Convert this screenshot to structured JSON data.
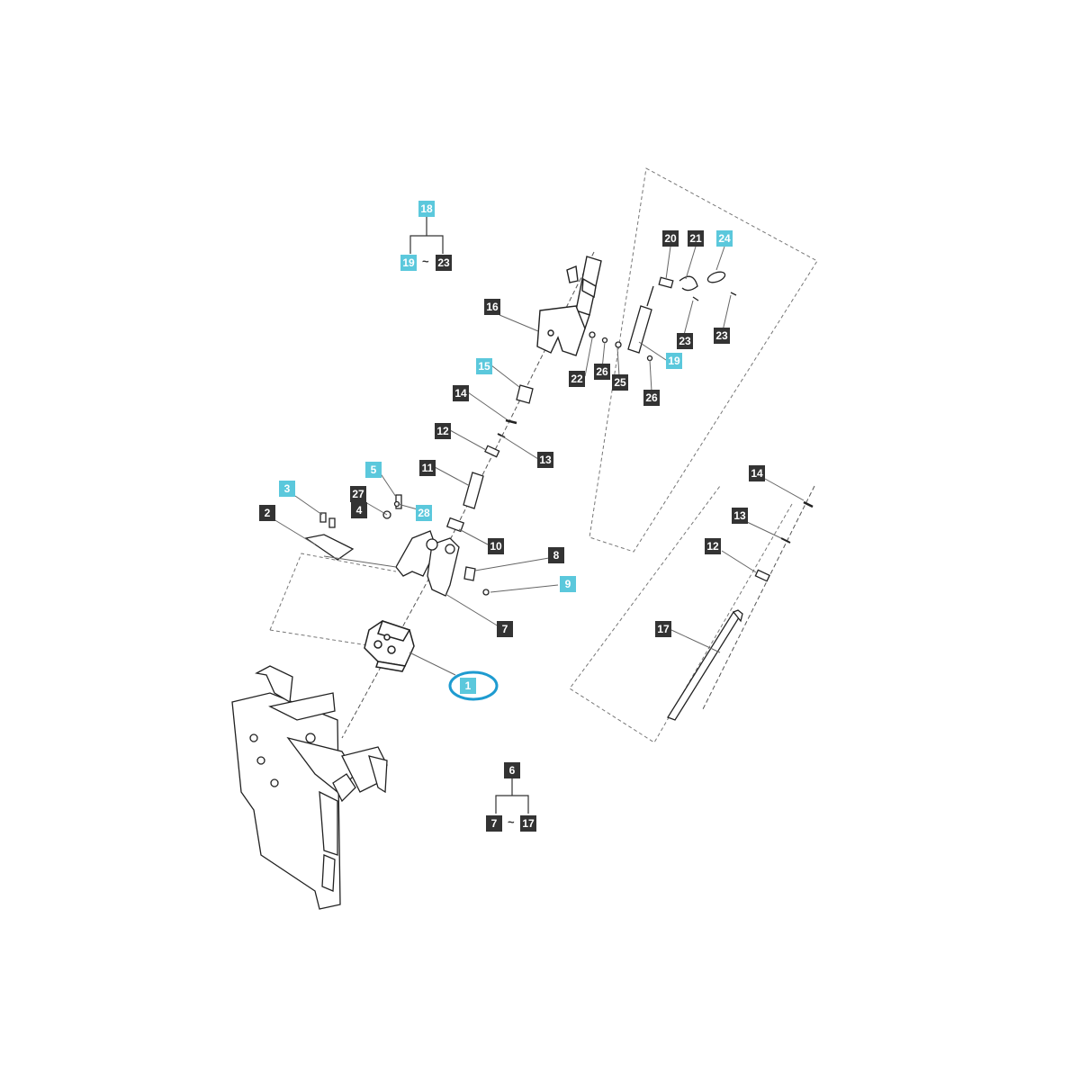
{
  "colors": {
    "dark_label": "#333333",
    "cyan_label": "#5bc8dc",
    "highlight_ring": "#1e9bd0",
    "line": "#666666"
  },
  "tilde": "~",
  "groups": [
    {
      "top": "18",
      "top_style": "cyan",
      "from": "19",
      "from_style": "cyan",
      "to": "23",
      "to_style": "dark"
    },
    {
      "top": "6",
      "top_style": "dark",
      "from": "7",
      "from_style": "dark",
      "to": "17",
      "to_style": "dark"
    }
  ],
  "labels": [
    {
      "text": "20",
      "style": "dark"
    },
    {
      "text": "21",
      "style": "dark"
    },
    {
      "text": "24",
      "style": "cyan"
    },
    {
      "text": "16",
      "style": "dark"
    },
    {
      "text": "23",
      "style": "dark"
    },
    {
      "text": "23",
      "style": "dark"
    },
    {
      "text": "19",
      "style": "cyan"
    },
    {
      "text": "15",
      "style": "cyan"
    },
    {
      "text": "22",
      "style": "dark"
    },
    {
      "text": "26",
      "style": "dark"
    },
    {
      "text": "25",
      "style": "dark"
    },
    {
      "text": "26",
      "style": "dark"
    },
    {
      "text": "14",
      "style": "dark"
    },
    {
      "text": "12",
      "style": "dark"
    },
    {
      "text": "13",
      "style": "dark"
    },
    {
      "text": "5",
      "style": "cyan"
    },
    {
      "text": "11",
      "style": "dark"
    },
    {
      "text": "3",
      "style": "cyan"
    },
    {
      "text": "27",
      "style": "dark"
    },
    {
      "text": "2",
      "style": "dark"
    },
    {
      "text": "4",
      "style": "dark"
    },
    {
      "text": "28",
      "style": "cyan"
    },
    {
      "text": "10",
      "style": "dark"
    },
    {
      "text": "8",
      "style": "dark"
    },
    {
      "text": "9",
      "style": "cyan"
    },
    {
      "text": "7",
      "style": "dark"
    },
    {
      "text": "1",
      "style": "cyan"
    },
    {
      "text": "14",
      "style": "dark"
    },
    {
      "text": "13",
      "style": "dark"
    },
    {
      "text": "12",
      "style": "dark"
    },
    {
      "text": "17",
      "style": "dark"
    }
  ],
  "highlighted_label_index": 26
}
